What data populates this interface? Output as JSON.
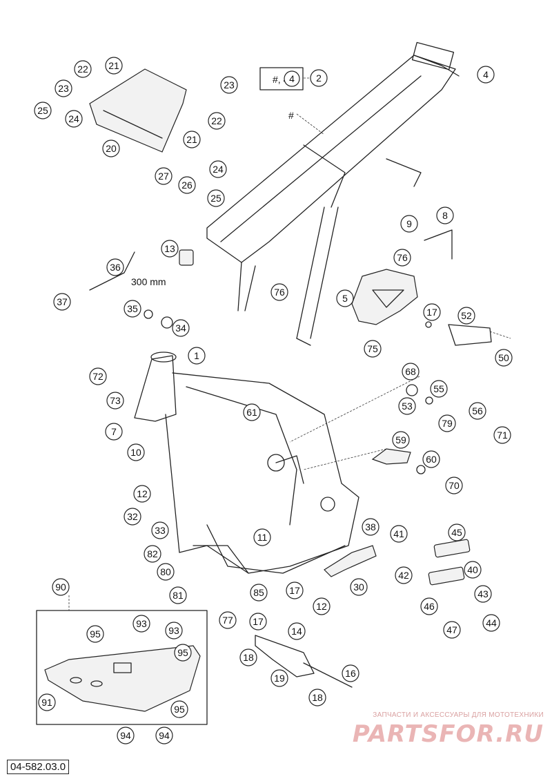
{
  "diagram": {
    "callouts": [
      "1",
      "2",
      "4",
      "5",
      "7",
      "8",
      "9",
      "10",
      "11",
      "12",
      "13",
      "14",
      "16",
      "17",
      "18",
      "19",
      "20",
      "21",
      "22",
      "23",
      "24",
      "25",
      "26",
      "27",
      "30",
      "32",
      "33",
      "34",
      "35",
      "36",
      "37",
      "38",
      "40",
      "41",
      "42",
      "43",
      "44",
      "45",
      "46",
      "47",
      "50",
      "52",
      "53",
      "55",
      "56",
      "59",
      "60",
      "61",
      "68",
      "70",
      "71",
      "72",
      "73",
      "75",
      "76",
      "77",
      "79",
      "80",
      "81",
      "82",
      "85",
      "90",
      "91",
      "93",
      "94",
      "95"
    ],
    "frame_note": "#, 4",
    "hash_label": "#",
    "hose_length": "300 mm",
    "doc_number": "04-582.03.0"
  },
  "watermark": {
    "tagline": "ЗАПЧАСТИ И АКСЕССУАРЫ ДЛЯ МОТОТЕХНИКИ",
    "logo": "PARTSFOR.RU"
  }
}
